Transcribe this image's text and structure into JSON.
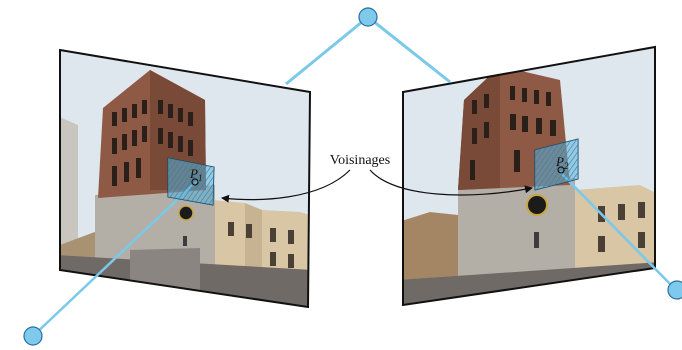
{
  "label": "Voisinages",
  "left_point": {
    "main": "P",
    "sub": "1"
  },
  "right_point": {
    "main": "P",
    "sub": "2"
  },
  "colors": {
    "ray": "#7ac8ea",
    "camera_fill": "#7ec9ec",
    "camera_stroke": "#2a6f9e",
    "patch_fill": "#5ab0d8",
    "frame": "#111111",
    "sky": "#dfe7ee",
    "tower": "#8f5a45",
    "stone": "#b3aea6",
    "building": "#d8c6a5",
    "ground": "#6f6a66"
  }
}
